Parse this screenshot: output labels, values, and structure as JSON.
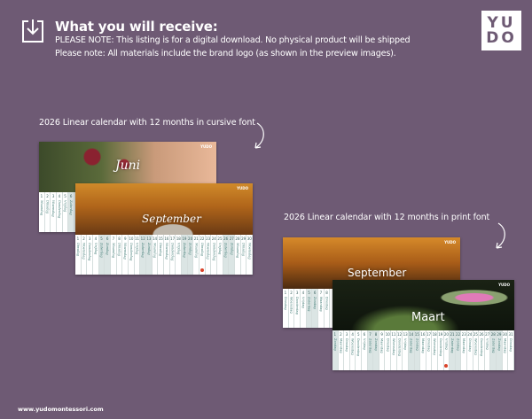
{
  "header": {
    "title": "What you will receive:",
    "note_1": "PLEASE NOTE: This listing is for a digital download. No physical product will be shipped",
    "note_2": "Please note: All materials include the brand logo (as shown in the preview images).",
    "logo_text": [
      "YU",
      "DO"
    ]
  },
  "captions": {
    "cursive": "2026 Linear calendar with 12 months in cursive font",
    "print": "2026 Linear calendar with 12 months in print font"
  },
  "weekdays": [
    "Maandag",
    "Dinsdag",
    "Woensdag",
    "Donderdag",
    "Vrijdag",
    "Zaterdag",
    "Zondag"
  ],
  "cards": [
    {
      "month": "Juni",
      "style": "cursive",
      "days": 30,
      "visible_days": 6,
      "first_weekday": 0
    },
    {
      "month": "September",
      "style": "cursive",
      "days": 30,
      "visible_days": 30,
      "first_weekday": 1,
      "marked_day": 22
    },
    {
      "month": "September",
      "style": "print",
      "days": 30,
      "visible_days": 8,
      "first_weekday": 1
    },
    {
      "month": "Maart",
      "style": "print",
      "days": 31,
      "visible_days": 31,
      "first_weekday": 6,
      "marked_day": 20
    }
  ],
  "brand_mark": "YUDO",
  "footer": {
    "url": "www.yudomontessori.com"
  },
  "colors": {
    "background": "#6e5a74",
    "weekend": "#dbe5e4",
    "text_teal": "#3f7a74"
  }
}
